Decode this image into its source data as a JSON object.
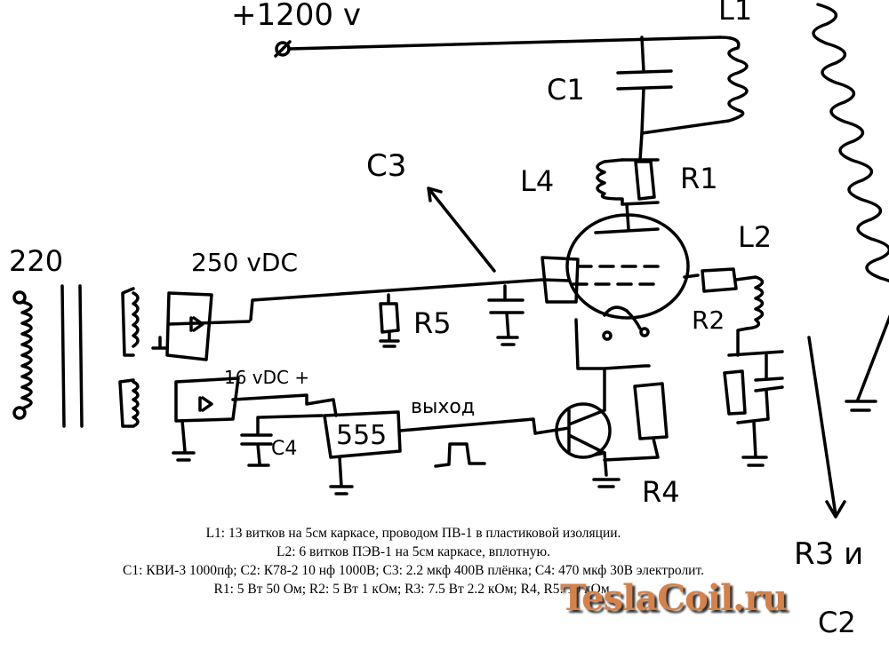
{
  "labels": {
    "hv_supply": "+1200 v",
    "l1": "L1",
    "c1": "C1",
    "c3": "C3",
    "l4": "L4",
    "r1": "R1",
    "l2": "L2",
    "mains": "220",
    "vdc250": "250 vDC",
    "r5": "R5",
    "r2": "R2",
    "vdc16": "16 vDC +",
    "output": "выход",
    "ic555": "555",
    "c4": "C4",
    "r4": "R4",
    "r3c2": "R3 и",
    "c2": "C2"
  },
  "notes": [
    "L1: 13 витков на 5см каркасе, проводом ПВ-1 в пластиковой изоляции.",
    "L2: 6 витков ПЭВ-1 на 5см каркасе, вплотную.",
    "C1: КВИ-3 1000пф; C2: К78-2 10 нф 1000В; C3: 2.2 мкф 400В плёнка; C4: 470 мкф 30В электролит.",
    "R1: 5 Вт 50 Ом; R2: 5 Вт 1 кОм; R3: 7.5 Вт 2.2 кОм; R4, R5: 10 кОм."
  ],
  "watermark": "TeslaCoil.ru"
}
